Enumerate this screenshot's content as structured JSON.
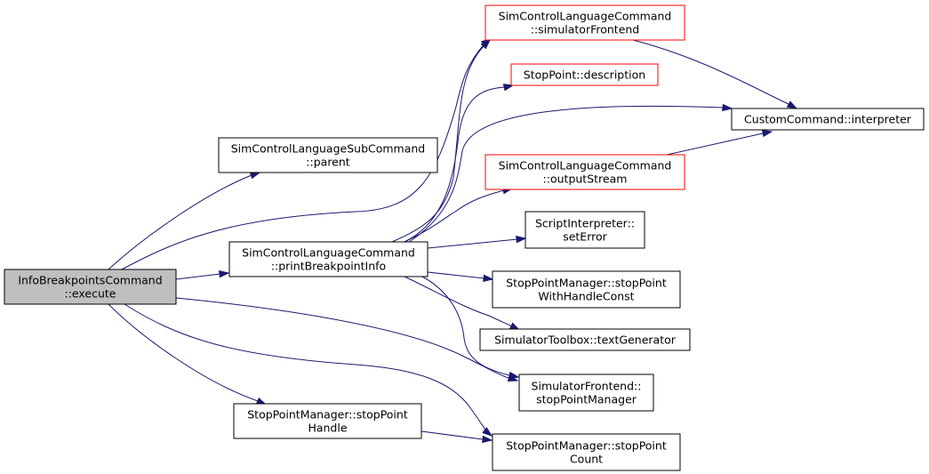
{
  "colors": {
    "edge": "#191970",
    "focus_fill": "#bfbfbf",
    "node_fill": "#ffffff",
    "normal_border": "#000000",
    "truncated_border": "#ff0000"
  },
  "nodes": {
    "execute": {
      "lines": [
        "InfoBreakpointsCommand",
        "::execute"
      ],
      "focus": true
    },
    "parent": {
      "lines": [
        "SimControlLanguageSubCommand",
        "::parent"
      ]
    },
    "printBreakpointInfo": {
      "lines": [
        "SimControlLanguageCommand",
        "::printBreakpointInfo"
      ]
    },
    "handle": {
      "lines": [
        "StopPointManager::stopPoint",
        "Handle"
      ]
    },
    "simulatorFrontend": {
      "lines": [
        "SimControlLanguageCommand",
        "::simulatorFrontend"
      ],
      "truncated": true
    },
    "description": {
      "lines": [
        "StopPoint::description"
      ],
      "truncated": true
    },
    "interpreter": {
      "lines": [
        "CustomCommand::interpreter"
      ]
    },
    "outputStream": {
      "lines": [
        "SimControlLanguageCommand",
        "::outputStream"
      ],
      "truncated": true
    },
    "setError": {
      "lines": [
        "ScriptInterpreter::",
        "setError"
      ]
    },
    "withHandleConst": {
      "lines": [
        "StopPointManager::stopPoint",
        "WithHandleConst"
      ]
    },
    "textGenerator": {
      "lines": [
        "SimulatorToolbox::textGenerator"
      ]
    },
    "stopPointManager": {
      "lines": [
        "SimulatorFrontend::",
        "stopPointManager"
      ]
    },
    "count": {
      "lines": [
        "StopPointManager::stopPoint",
        "Count"
      ]
    }
  },
  "edges": [
    {
      "from": "execute",
      "to": "parent"
    },
    {
      "from": "execute",
      "to": "printBreakpointInfo"
    },
    {
      "from": "execute",
      "to": "simulatorFrontend"
    },
    {
      "from": "execute",
      "to": "handle"
    },
    {
      "from": "execute",
      "to": "stopPointManager"
    },
    {
      "from": "execute",
      "to": "count"
    },
    {
      "from": "printBreakpointInfo",
      "to": "simulatorFrontend"
    },
    {
      "from": "printBreakpointInfo",
      "to": "description"
    },
    {
      "from": "printBreakpointInfo",
      "to": "interpreter"
    },
    {
      "from": "printBreakpointInfo",
      "to": "outputStream"
    },
    {
      "from": "printBreakpointInfo",
      "to": "setError"
    },
    {
      "from": "printBreakpointInfo",
      "to": "withHandleConst"
    },
    {
      "from": "printBreakpointInfo",
      "to": "textGenerator"
    },
    {
      "from": "printBreakpointInfo",
      "to": "stopPointManager"
    },
    {
      "from": "simulatorFrontend",
      "to": "interpreter"
    },
    {
      "from": "outputStream",
      "to": "interpreter"
    },
    {
      "from": "handle",
      "to": "count"
    }
  ]
}
